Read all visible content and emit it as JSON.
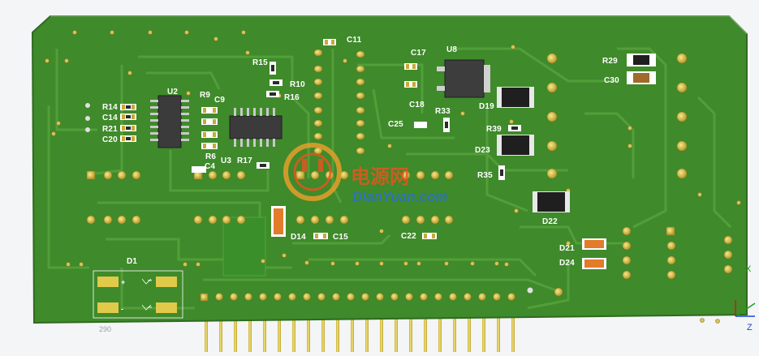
{
  "viewer": {
    "camera_label": "290"
  },
  "board": {
    "color": "#3f8a2b",
    "silkscreen": "#ffffff",
    "copper": "#c9b23a"
  },
  "watermark": {
    "chinese": "电源网",
    "english": "DianYuan.com"
  },
  "designators": {
    "C11": "C11",
    "R15": "R15",
    "R10": "R10",
    "R16": "R16",
    "U8": "U8",
    "C17": "C17",
    "C18": "C18",
    "R33": "R33",
    "D19": "D19",
    "R29": "R29",
    "C30": "C30",
    "U2": "U2",
    "R9": "R9",
    "C9": "C9",
    "R14": "R14",
    "C14": "C14",
    "R21": "R21",
    "C20": "C20",
    "C25": "C25",
    "R39": "R39",
    "D23": "D23",
    "R6": "R6",
    "U3": "U3",
    "R17": "R17",
    "C4": "C4",
    "R35": "R35",
    "D22": "D22",
    "D14": "D14",
    "C15": "C15",
    "C22": "C22",
    "D21": "D21",
    "D24": "D24",
    "D1": "D1"
  },
  "symbols": {
    "plus": "+",
    "minus": "-",
    "ac1": "~",
    "ac2": "~"
  },
  "axes_glyphs": {
    "x": "X",
    "z": "Z"
  }
}
